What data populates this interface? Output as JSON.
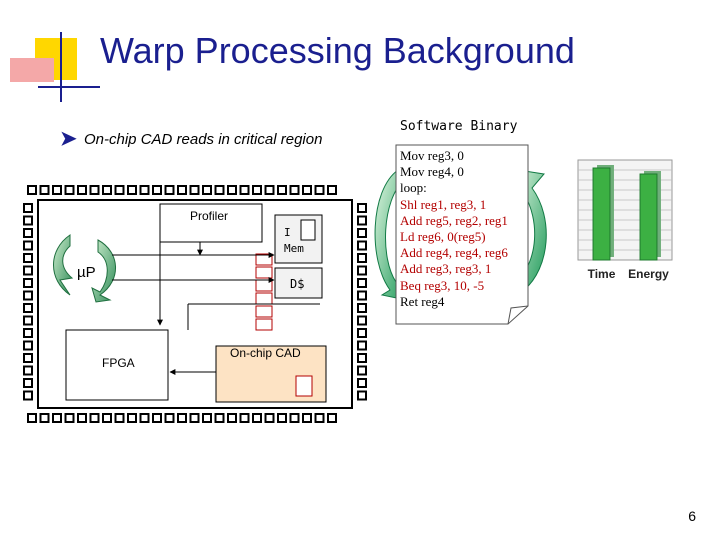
{
  "slide": {
    "title": "Warp Processing Background",
    "bullet_text": "On-chip CAD reads in critical region",
    "page_number": "6"
  },
  "chip": {
    "profiler_label": "Profiler",
    "imem_label_line1": "I",
    "imem_label_line2": "Mem",
    "dcache_label": "D$",
    "up_label": "µP",
    "fpga_label": "FPGA",
    "cad_label": "On-chip CAD",
    "cad_fill": "#fde3c4"
  },
  "binary": {
    "title": "Software Binary",
    "lines": [
      {
        "text": "Mov reg3, 0",
        "color": "#000000"
      },
      {
        "text": "Mov reg4, 0",
        "color": "#000000"
      },
      {
        "text": "loop:",
        "color": "#000000"
      },
      {
        "text": "Shl reg1, reg3, 1",
        "color": "#b30000"
      },
      {
        "text": "Add reg5, reg2, reg1",
        "color": "#b30000"
      },
      {
        "text": "Ld reg6, 0(reg5)",
        "color": "#b30000"
      },
      {
        "text": "Add reg4, reg4, reg6",
        "color": "#b30000"
      },
      {
        "text": "Add reg3, reg3, 1",
        "color": "#b30000"
      },
      {
        "text": "Beq reg3, 10, -5",
        "color": "#b30000"
      },
      {
        "text": "Ret reg4",
        "color": "#000000"
      }
    ]
  },
  "chart_data": {
    "type": "bar",
    "categories": [
      "Time",
      "Energy"
    ],
    "values": [
      92,
      86
    ],
    "ylim": [
      0,
      100
    ],
    "bar_color": "#3cb043",
    "grid": true
  }
}
